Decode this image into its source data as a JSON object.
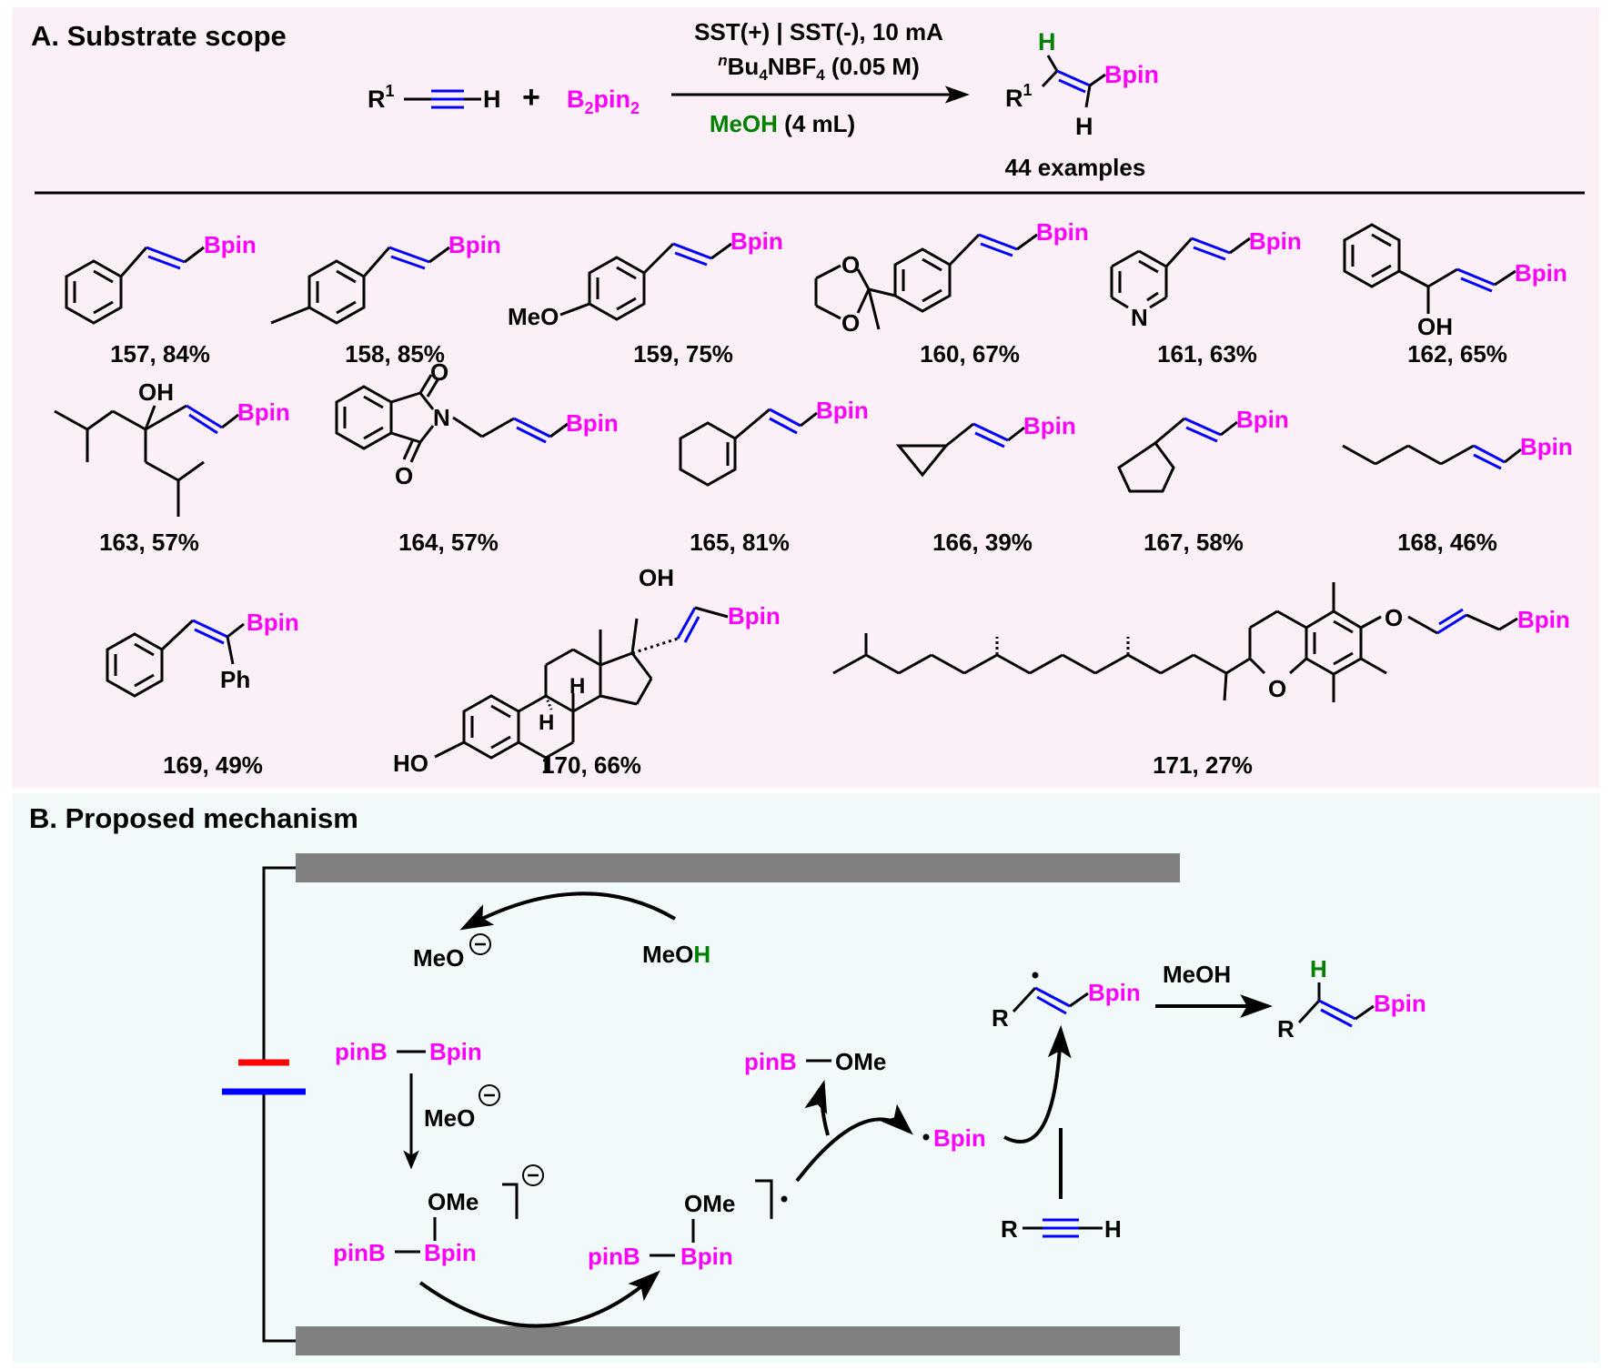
{
  "colors": {
    "panel_a_bg": "#fbf0f7",
    "panel_b_bg": "#f1f9fb",
    "boron": "#ff00ff",
    "triple_bond": "#0000ff",
    "hydrogen": "#008000",
    "electrode": "#808080",
    "anode_mark": "#ff0000",
    "cathode_mark": "#0000ff"
  },
  "panel_a": {
    "title": "A. Substrate scope",
    "scheme": {
      "alkyne_r": "R",
      "alkyne_r_sup": "1",
      "alkyne_h": "H",
      "plus": "+",
      "reagent_main": "B",
      "reagent_sub": "2",
      "reagent_rest": "pin",
      "reagent_sub2": "2",
      "cond1": "SST(+) | SST(-), 10 mA",
      "cond2_sup": "n",
      "cond2_a": "Bu",
      "cond2_sub": "4",
      "cond2_b": "NBF",
      "cond2_sub2": "4",
      "cond2_c": " (0.05 M)",
      "cond3_solvent": "MeOH",
      "cond3_rest": " (4 mL)",
      "product_r": "R",
      "product_r_sup": "1",
      "product_h_top": "H",
      "product_h_bottom": "H",
      "product_bpin": "Bpin",
      "example_count": "44 examples"
    },
    "compounds": [
      {
        "label": "157, 84%"
      },
      {
        "label": "158, 85%"
      },
      {
        "label": "159, 75%"
      },
      {
        "label": "160, 67%"
      },
      {
        "label": "161, 63%"
      },
      {
        "label": "162, 65%"
      },
      {
        "label": "163, 57%"
      },
      {
        "label": "164, 57%"
      },
      {
        "label": "165, 81%"
      },
      {
        "label": "166, 39%"
      },
      {
        "label": "167, 58%"
      },
      {
        "label": "168, 46%"
      },
      {
        "label": "169, 49%"
      },
      {
        "label": "170, 66%"
      },
      {
        "label": "171, 27%"
      }
    ],
    "atoms": {
      "bpin": "Bpin",
      "meo": "MeO",
      "o": "O",
      "n": "N",
      "oh": "OH",
      "ph": "Ph",
      "ho": "HO",
      "h": "H"
    }
  },
  "panel_b": {
    "title": "B. Proposed mechanism",
    "meo_anion": "MeO",
    "meoh_me": "MeO",
    "meoh_h": "H",
    "pinb": "pinB",
    "bpin": "Bpin",
    "ome": "OMe",
    "meo_reagent": "MeO",
    "pinb_ome_pinb": "pinB",
    "pinb_ome_ome": "OMe",
    "bpin_radical": "Bpin",
    "radical_r": "R",
    "alkyne_r": "R",
    "alkyne_h": "H",
    "step_reagent": "MeOH",
    "product_r": "R",
    "product_h": "H",
    "product_bpin": "Bpin",
    "minus": "−"
  }
}
